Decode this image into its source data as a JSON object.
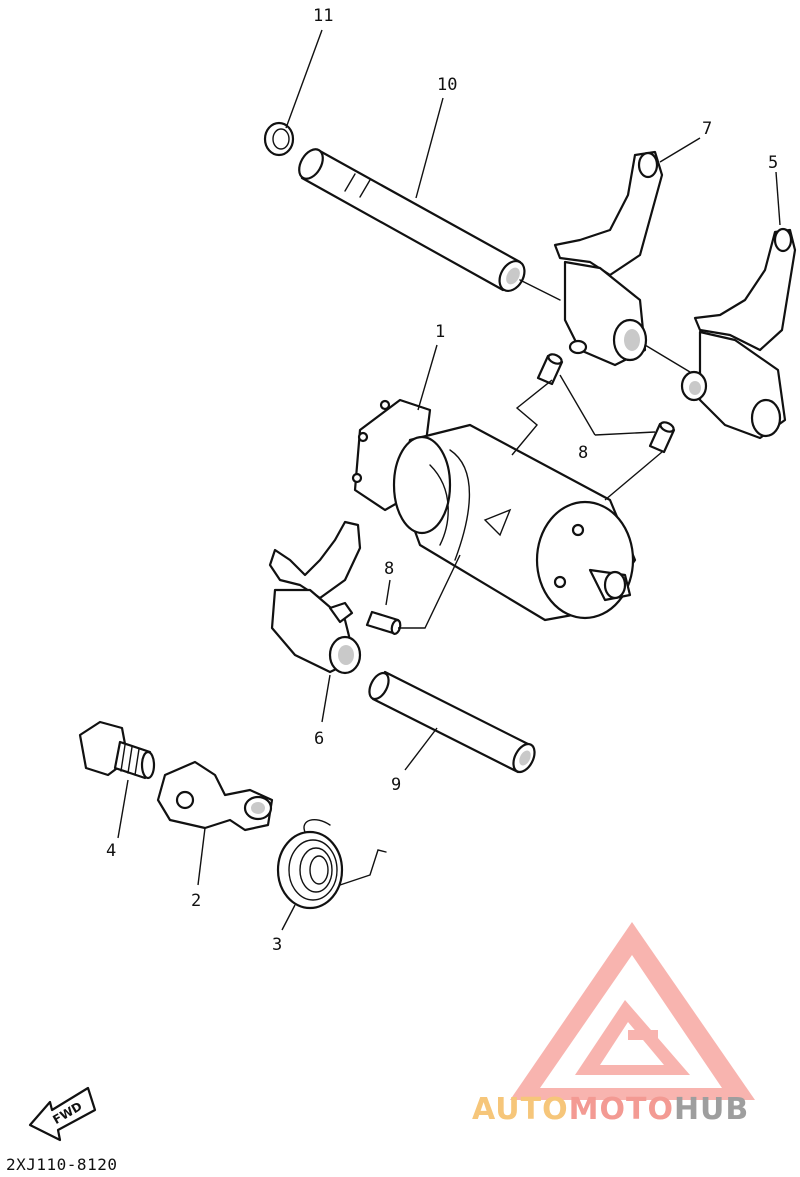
{
  "diagram": {
    "reference_code": "2XJ110-8120",
    "fwd_label": "FWD",
    "callouts": {
      "c1": "1",
      "c2": "2",
      "c3": "3",
      "c4": "4",
      "c5": "5",
      "c6": "6",
      "c7": "7",
      "c8a": "8",
      "c8b": "8",
      "c9": "9",
      "c10": "10",
      "c11": "11"
    }
  },
  "watermark": {
    "part1": "AUTO",
    "part2": "MOTO",
    "part3": "HUB",
    "colors": {
      "auto": "#f6c67a",
      "moto": "#f39a93",
      "hub": "#9e9e9e",
      "logo": "#f7a8a2"
    }
  }
}
